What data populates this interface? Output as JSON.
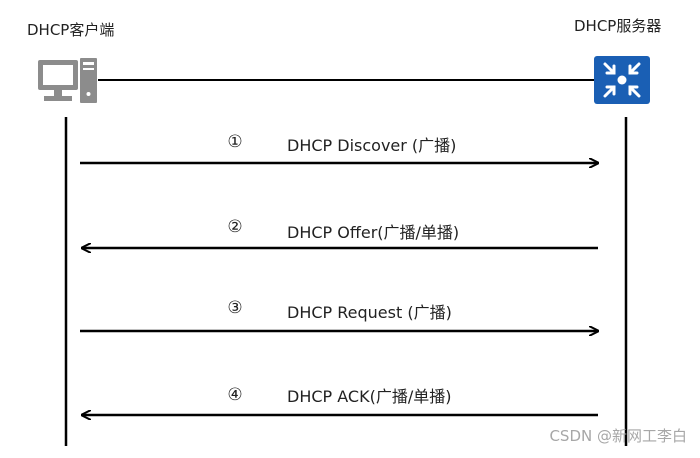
{
  "client": {
    "label": "DHCP客户端",
    "icon": "computer-icon"
  },
  "server": {
    "label": "DHCP服务器",
    "icon": "router-icon",
    "icon_color": "#1a5fb4"
  },
  "messages": [
    {
      "number": "①",
      "text": "DHCP Discover (广播)",
      "direction": "client-to-server"
    },
    {
      "number": "②",
      "text": "DHCP Offer(广播/单播)",
      "direction": "server-to-client"
    },
    {
      "number": "③",
      "text": "DHCP Request (广播)",
      "direction": "client-to-server"
    },
    {
      "number": "④",
      "text": "DHCP ACK(广播/单播)",
      "direction": "server-to-client"
    }
  ],
  "watermark": "CSDN @新网工李白",
  "colors": {
    "line": "#000000",
    "computer": "#8c8c8c",
    "router": "#1a5fb4"
  }
}
